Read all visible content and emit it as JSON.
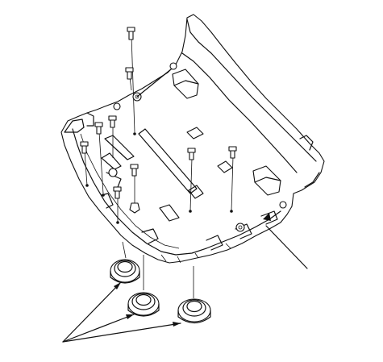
{
  "diagram": {
    "description_free": true,
    "parts": {
      "undercover": "undercover-panel",
      "bolts": [
        "bolt-1",
        "bolt-2",
        "bolt-3",
        "bolt-4",
        "bolt-5",
        "bolt-6",
        "bolt-7",
        "bolt-8",
        "bolt-9",
        "bolt-10"
      ],
      "grommets": [
        "grommet-1",
        "grommet-2",
        "grommet-3"
      ]
    },
    "colors": {
      "line": "#111111",
      "background": "#ffffff"
    }
  }
}
